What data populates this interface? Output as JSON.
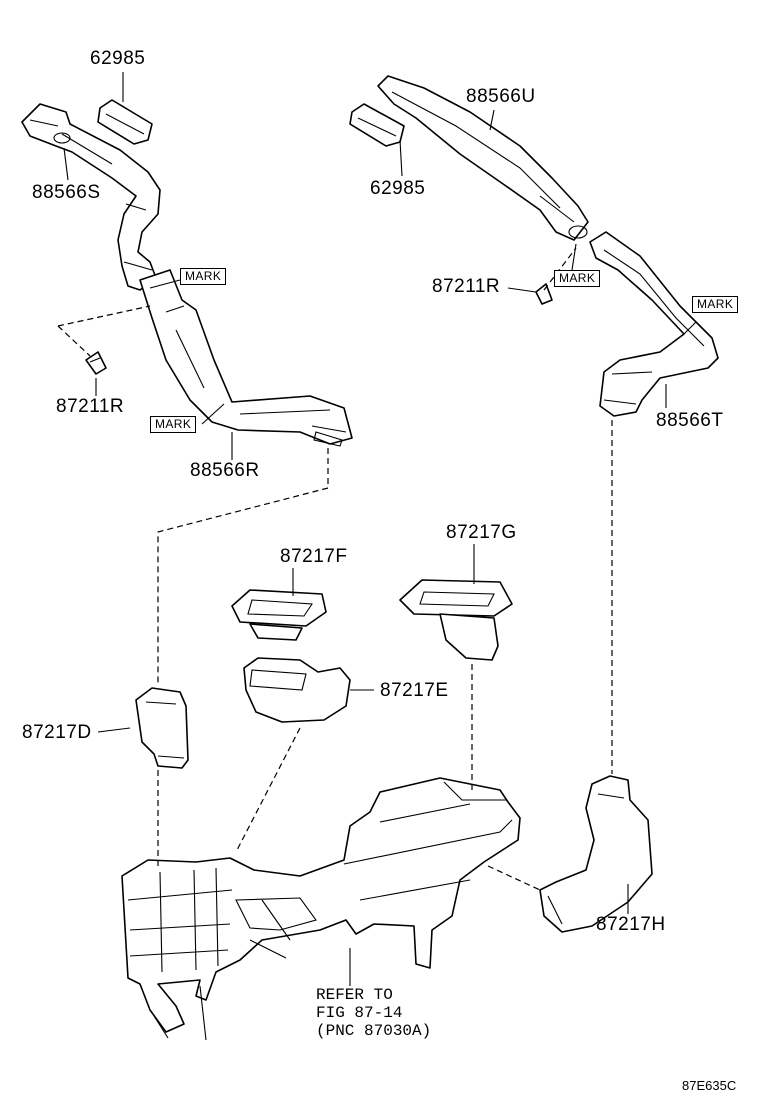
{
  "parts": {
    "p62985_left": "62985",
    "p88566S": "88566S",
    "p87211R_left": "87211R",
    "p88566R": "88566R",
    "p88566U": "88566U",
    "p62985_right": "62985",
    "p87211R_right": "87211R",
    "p88566T": "88566T",
    "p87217F": "87217F",
    "p87217G": "87217G",
    "p87217E": "87217E",
    "p87217D": "87217D",
    "p87217H": "87217H"
  },
  "marks": {
    "left_upper": "MARK",
    "left_lower": "MARK",
    "right_center": "MARK",
    "right_upper": "MARK"
  },
  "reference": {
    "line1": "REFER TO",
    "line2": "FIG 87-14",
    "line3": "(PNC 87030A)"
  },
  "diagram_code": "87E635C"
}
